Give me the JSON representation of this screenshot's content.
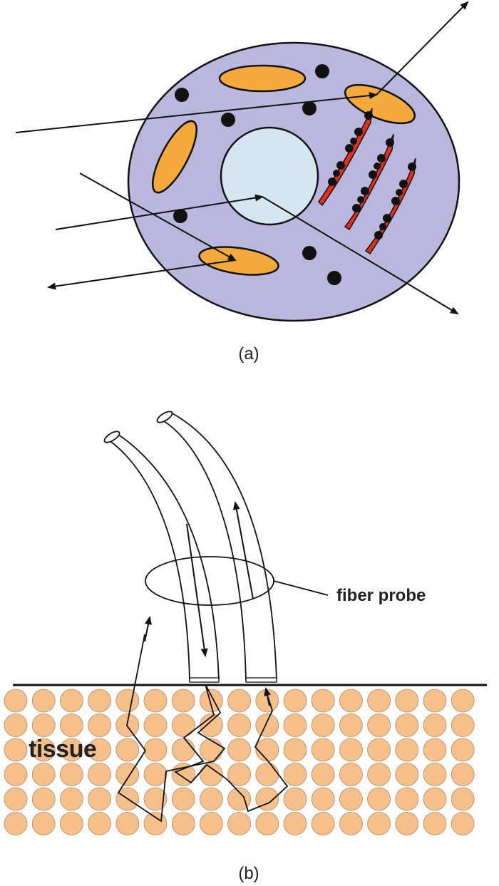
{
  "panel_a": {
    "caption": "(a)"
  },
  "panel_b": {
    "caption": "(b)",
    "probe_label": "fiber probe",
    "tissue_label": "tissue"
  },
  "colors": {
    "cytoplasm": "#b9b8dc",
    "organelle": "#f4a93b",
    "nucleus": "#d6e6f1",
    "mitochondria_red": "#e3301e",
    "tissue_cell": "#f5c08c",
    "ink": "#111111"
  }
}
